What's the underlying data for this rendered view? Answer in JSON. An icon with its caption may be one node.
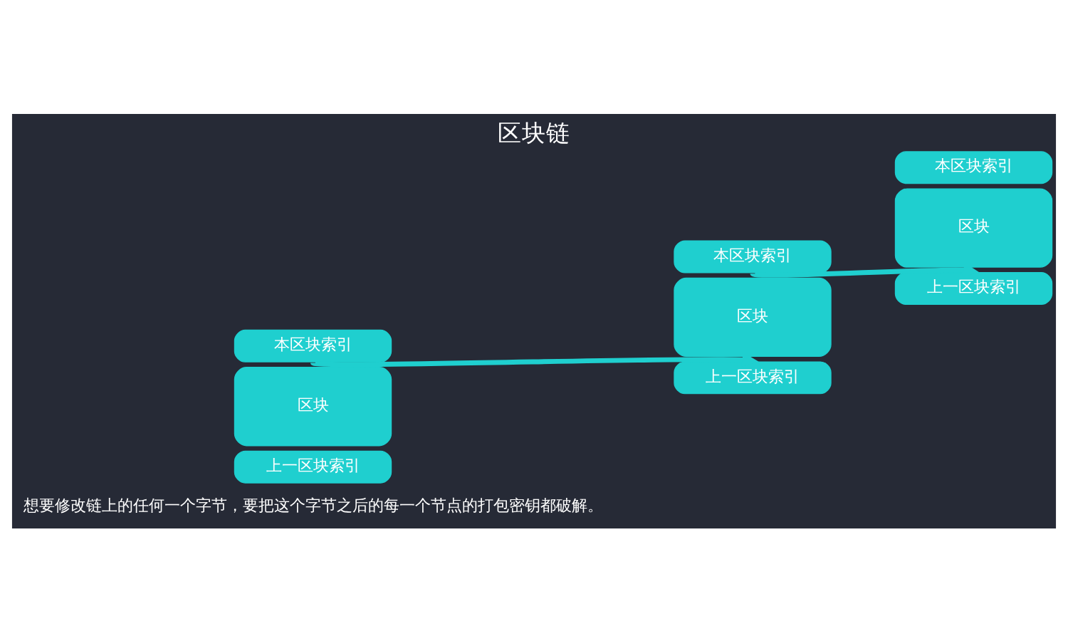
{
  "diagram": {
    "title": "区块链",
    "caption": "想要修改链上的任何一个字节，要把这个字节之后的每一个节点的打包密钥都破解。",
    "nodes": [
      {
        "text": [
          "上一区块索引"
        ]
      },
      {
        "text": [
          "区块"
        ]
      },
      {
        "text": [
          "本区块索引"
        ]
      },
      {
        "text": [
          "上一区块索引"
        ]
      },
      {
        "text": [
          "区块"
        ]
      },
      {
        "text": [
          "本区块索引"
        ]
      },
      {
        "text": [
          "上一区块索引"
        ]
      },
      {
        "text": [
          "区块"
        ]
      },
      {
        "text": [
          "本区块索引"
        ]
      }
    ],
    "edges": [
      {
        "from": 2,
        "to": 3,
        "arrow": "to"
      },
      {
        "from": 5,
        "to": 6,
        "arrow": "to"
      }
    ]
  }
}
